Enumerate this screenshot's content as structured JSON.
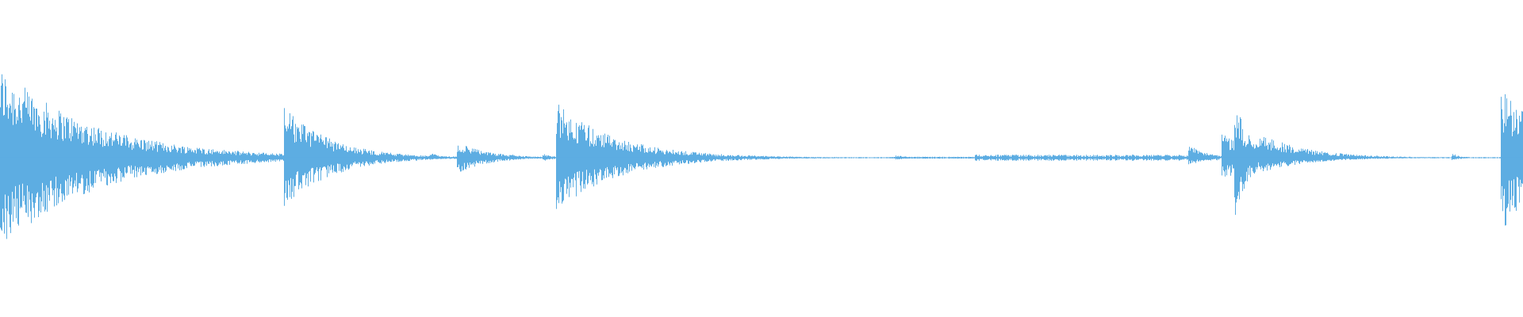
{
  "waveform": {
    "color": "#5DADE2",
    "background": "#ffffff",
    "baseline_amplitude": 0.004,
    "events": [
      {
        "time": 0.0,
        "peak_up": 0.58,
        "peak_down": 0.58,
        "decay": 0.06
      },
      {
        "time": 0.186,
        "peak_up": 0.33,
        "peak_down": 0.33,
        "decay": 0.03
      },
      {
        "time": 0.282,
        "peak_up": 0.04,
        "peak_down": 0.02,
        "decay": 0.006
      },
      {
        "time": 0.3,
        "peak_up": 0.1,
        "peak_down": 0.1,
        "decay": 0.02
      },
      {
        "time": 0.334,
        "peak_up": 0.03,
        "peak_down": 0.02,
        "decay": 0.006
      },
      {
        "time": 0.356,
        "peak_up": 0.03,
        "peak_down": 0.03,
        "decay": 0.006
      },
      {
        "time": 0.365,
        "peak_up": 0.35,
        "peak_down": 0.34,
        "decay": 0.04
      },
      {
        "time": 0.588,
        "peak_up": 0.015,
        "peak_down": 0.015,
        "decay": 0.01
      },
      {
        "time": 0.645,
        "peak_up": 0.02,
        "peak_down": 0.02,
        "decay": 0.01
      },
      {
        "time": 0.69,
        "peak_up": 0.02,
        "peak_down": 0.02,
        "decay": 0.01
      },
      {
        "time": 0.78,
        "peak_up": 0.11,
        "peak_down": 0.06,
        "decay": 0.01
      },
      {
        "time": 0.802,
        "peak_up": 0.16,
        "peak_down": 0.14,
        "decay": 0.03
      },
      {
        "time": 0.81,
        "peak_up": 0.39,
        "peak_down": 0.4,
        "decay": 0.01
      },
      {
        "time": 0.827,
        "peak_up": 0.16,
        "peak_down": 0.1,
        "decay": 0.03
      },
      {
        "time": 0.953,
        "peak_up": 0.03,
        "peak_down": 0.02,
        "decay": 0.006
      },
      {
        "time": 0.985,
        "peak_up": 0.48,
        "peak_down": 0.48,
        "decay": 0.03
      }
    ],
    "sustained_regions": [
      {
        "start": 0.64,
        "end": 0.8,
        "amplitude": 0.012
      },
      {
        "start": 0.585,
        "end": 0.64,
        "amplitude": 0.004
      }
    ]
  }
}
